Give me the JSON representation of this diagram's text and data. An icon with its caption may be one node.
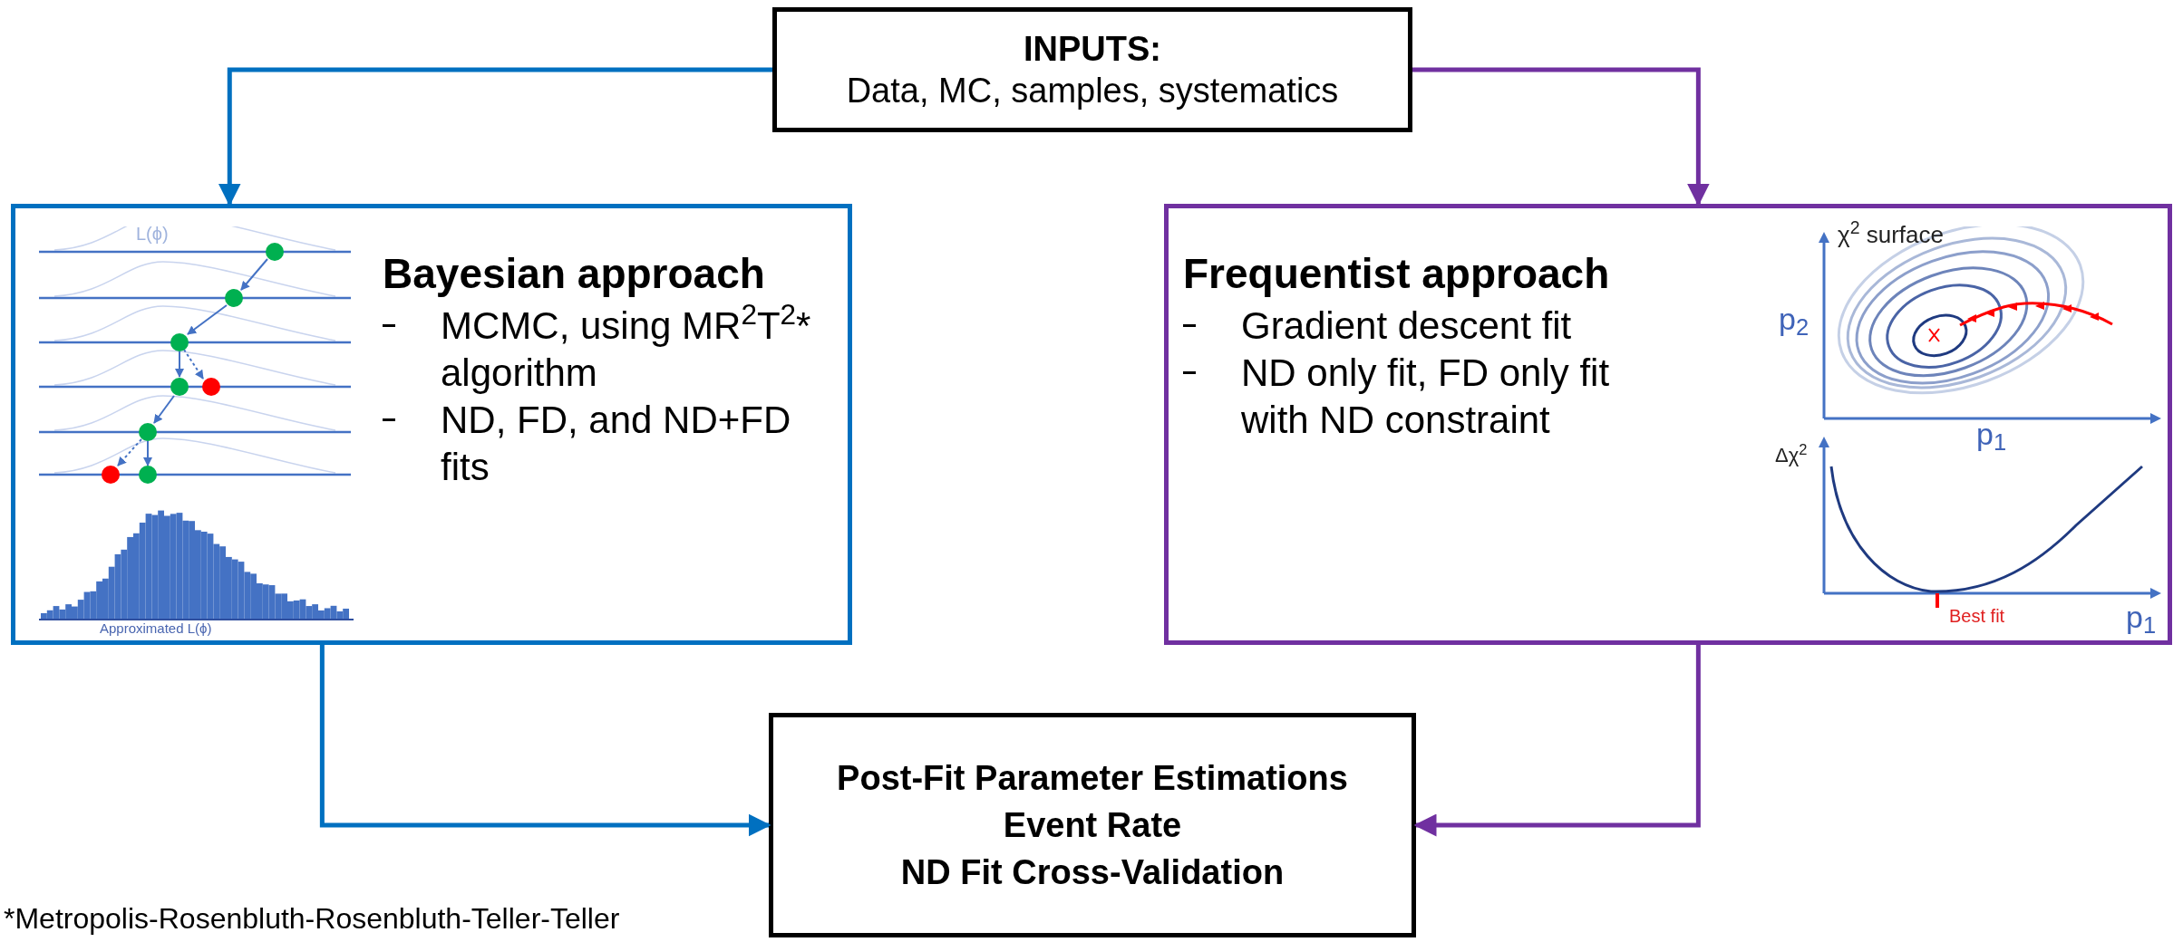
{
  "diagram": {
    "nodes": [
      {
        "text": [
          "INPUTS:",
          "Data, MC, samples, systematics"
        ]
      },
      {
        "text": [
          "Bayesian approach",
          "MCMC, using MR$^{2}$T$^{2}$* algorithm",
          "ND, FD, and ND+FD fits"
        ]
      },
      {
        "text": [
          "Frequentist approach",
          "Gradient descent fit",
          "ND only fit, FD only fit with ND constraint"
        ]
      },
      {
        "text": [
          "Post-Fit Parameter Estimations",
          "Event Rate",
          "ND Fit Cross-Validation"
        ]
      }
    ],
    "edges": [
      {
        "from": 0,
        "to": 1,
        "arrow": "to",
        "color": "#0070c0"
      },
      {
        "from": 0,
        "to": 2,
        "arrow": "to",
        "color": "#7030a0"
      },
      {
        "from": 1,
        "to": 3,
        "arrow": "to",
        "color": "#0070c0"
      },
      {
        "from": 2,
        "to": 3,
        "arrow": "to",
        "color": "#7030a0"
      }
    ],
    "labels": [
      "L(ϕ)",
      "Approximated L(ϕ)",
      "χ$^{2}$ surface",
      "p$_{2}$",
      "p$_{1}$",
      "Δχ$^{2}$",
      "Best fit",
      "p$_{1}$",
      "*Metropolis-Rosenbluth-Rosenbluth-Teller-Teller"
    ]
  }
}
